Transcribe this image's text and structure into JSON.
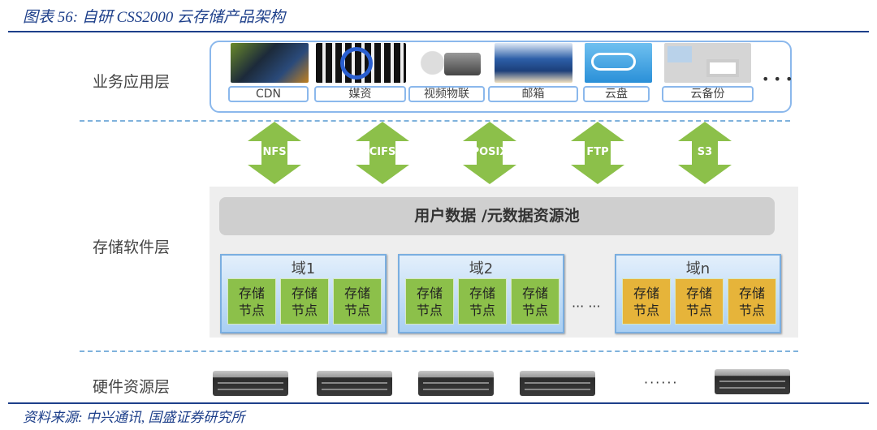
{
  "title": "图表 56:  自研 CSS2000 云存储产品架构",
  "layers": {
    "app": "业务应用层",
    "storage": "存储软件层",
    "hardware": "硬件资源层"
  },
  "apps": [
    {
      "label": "CDN",
      "color": "#3a5a2a"
    },
    {
      "label": "媒资",
      "color": "#222222"
    },
    {
      "label": "视频物联",
      "color": "#cfcfcf"
    },
    {
      "label": "邮箱",
      "color": "#2d5fa8"
    },
    {
      "label": "云盘",
      "color": "#3aa0e0"
    },
    {
      "label": "云备份",
      "color": "#d8d8d8"
    }
  ],
  "app_more": "• • •",
  "protocols": [
    "NFS",
    "CIFS",
    "POSIX",
    "FTP",
    "S3"
  ],
  "pool": "用户数据 /元数据资源池",
  "domains": [
    {
      "name": "域1"
    },
    {
      "name": "域2"
    },
    {
      "name": "域n"
    }
  ],
  "node_line1": "存储",
  "node_line2": "节点",
  "domain_more": "··· ···",
  "server_more": "······",
  "source": "资料来源:  中兴通讯, 国盛证券研究所"
}
